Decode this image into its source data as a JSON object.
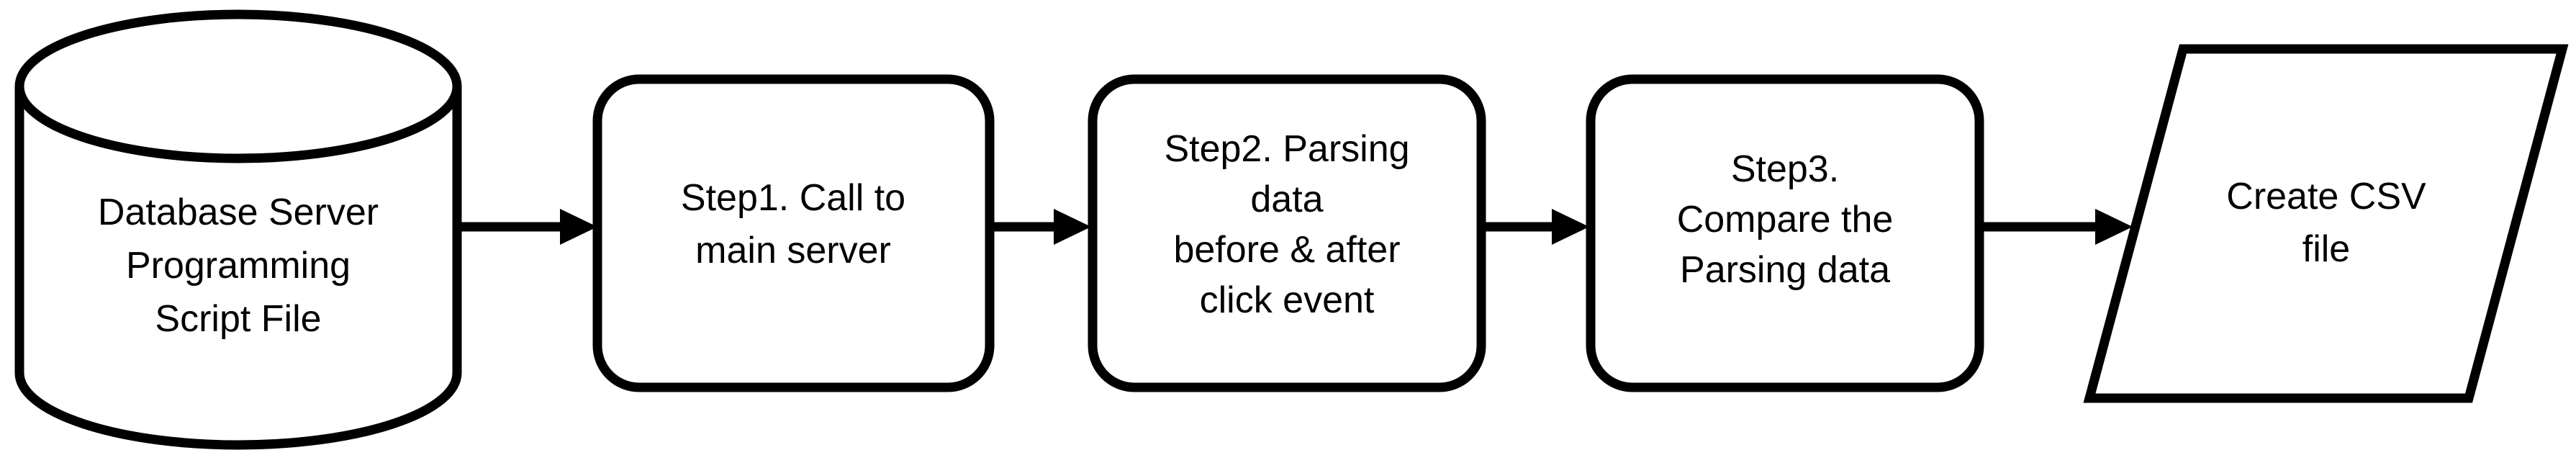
{
  "diagram": {
    "background_color": "#ffffff",
    "stroke_color": "#000000",
    "text_color": "#000000",
    "nodes": [
      {
        "id": "database",
        "shape": "cylinder",
        "lines": [
          "Database Server",
          "Programming",
          "Script File"
        ]
      },
      {
        "id": "step1",
        "shape": "rounded-rectangle",
        "lines": [
          "Step1. Call to",
          "main server"
        ]
      },
      {
        "id": "step2",
        "shape": "rounded-rectangle",
        "lines": [
          "Step2. Parsing",
          "data",
          "before & after",
          "click event"
        ]
      },
      {
        "id": "step3",
        "shape": "rounded-rectangle",
        "lines": [
          "Step3.",
          "Compare the",
          "Parsing data"
        ]
      },
      {
        "id": "create-csv",
        "shape": "parallelogram",
        "lines": [
          "Create CSV",
          "file"
        ]
      }
    ],
    "connectors": [
      {
        "from": "database",
        "to": "step1"
      },
      {
        "from": "step1",
        "to": "step2"
      },
      {
        "from": "step2",
        "to": "step3"
      },
      {
        "from": "step3",
        "to": "create-csv"
      }
    ]
  }
}
